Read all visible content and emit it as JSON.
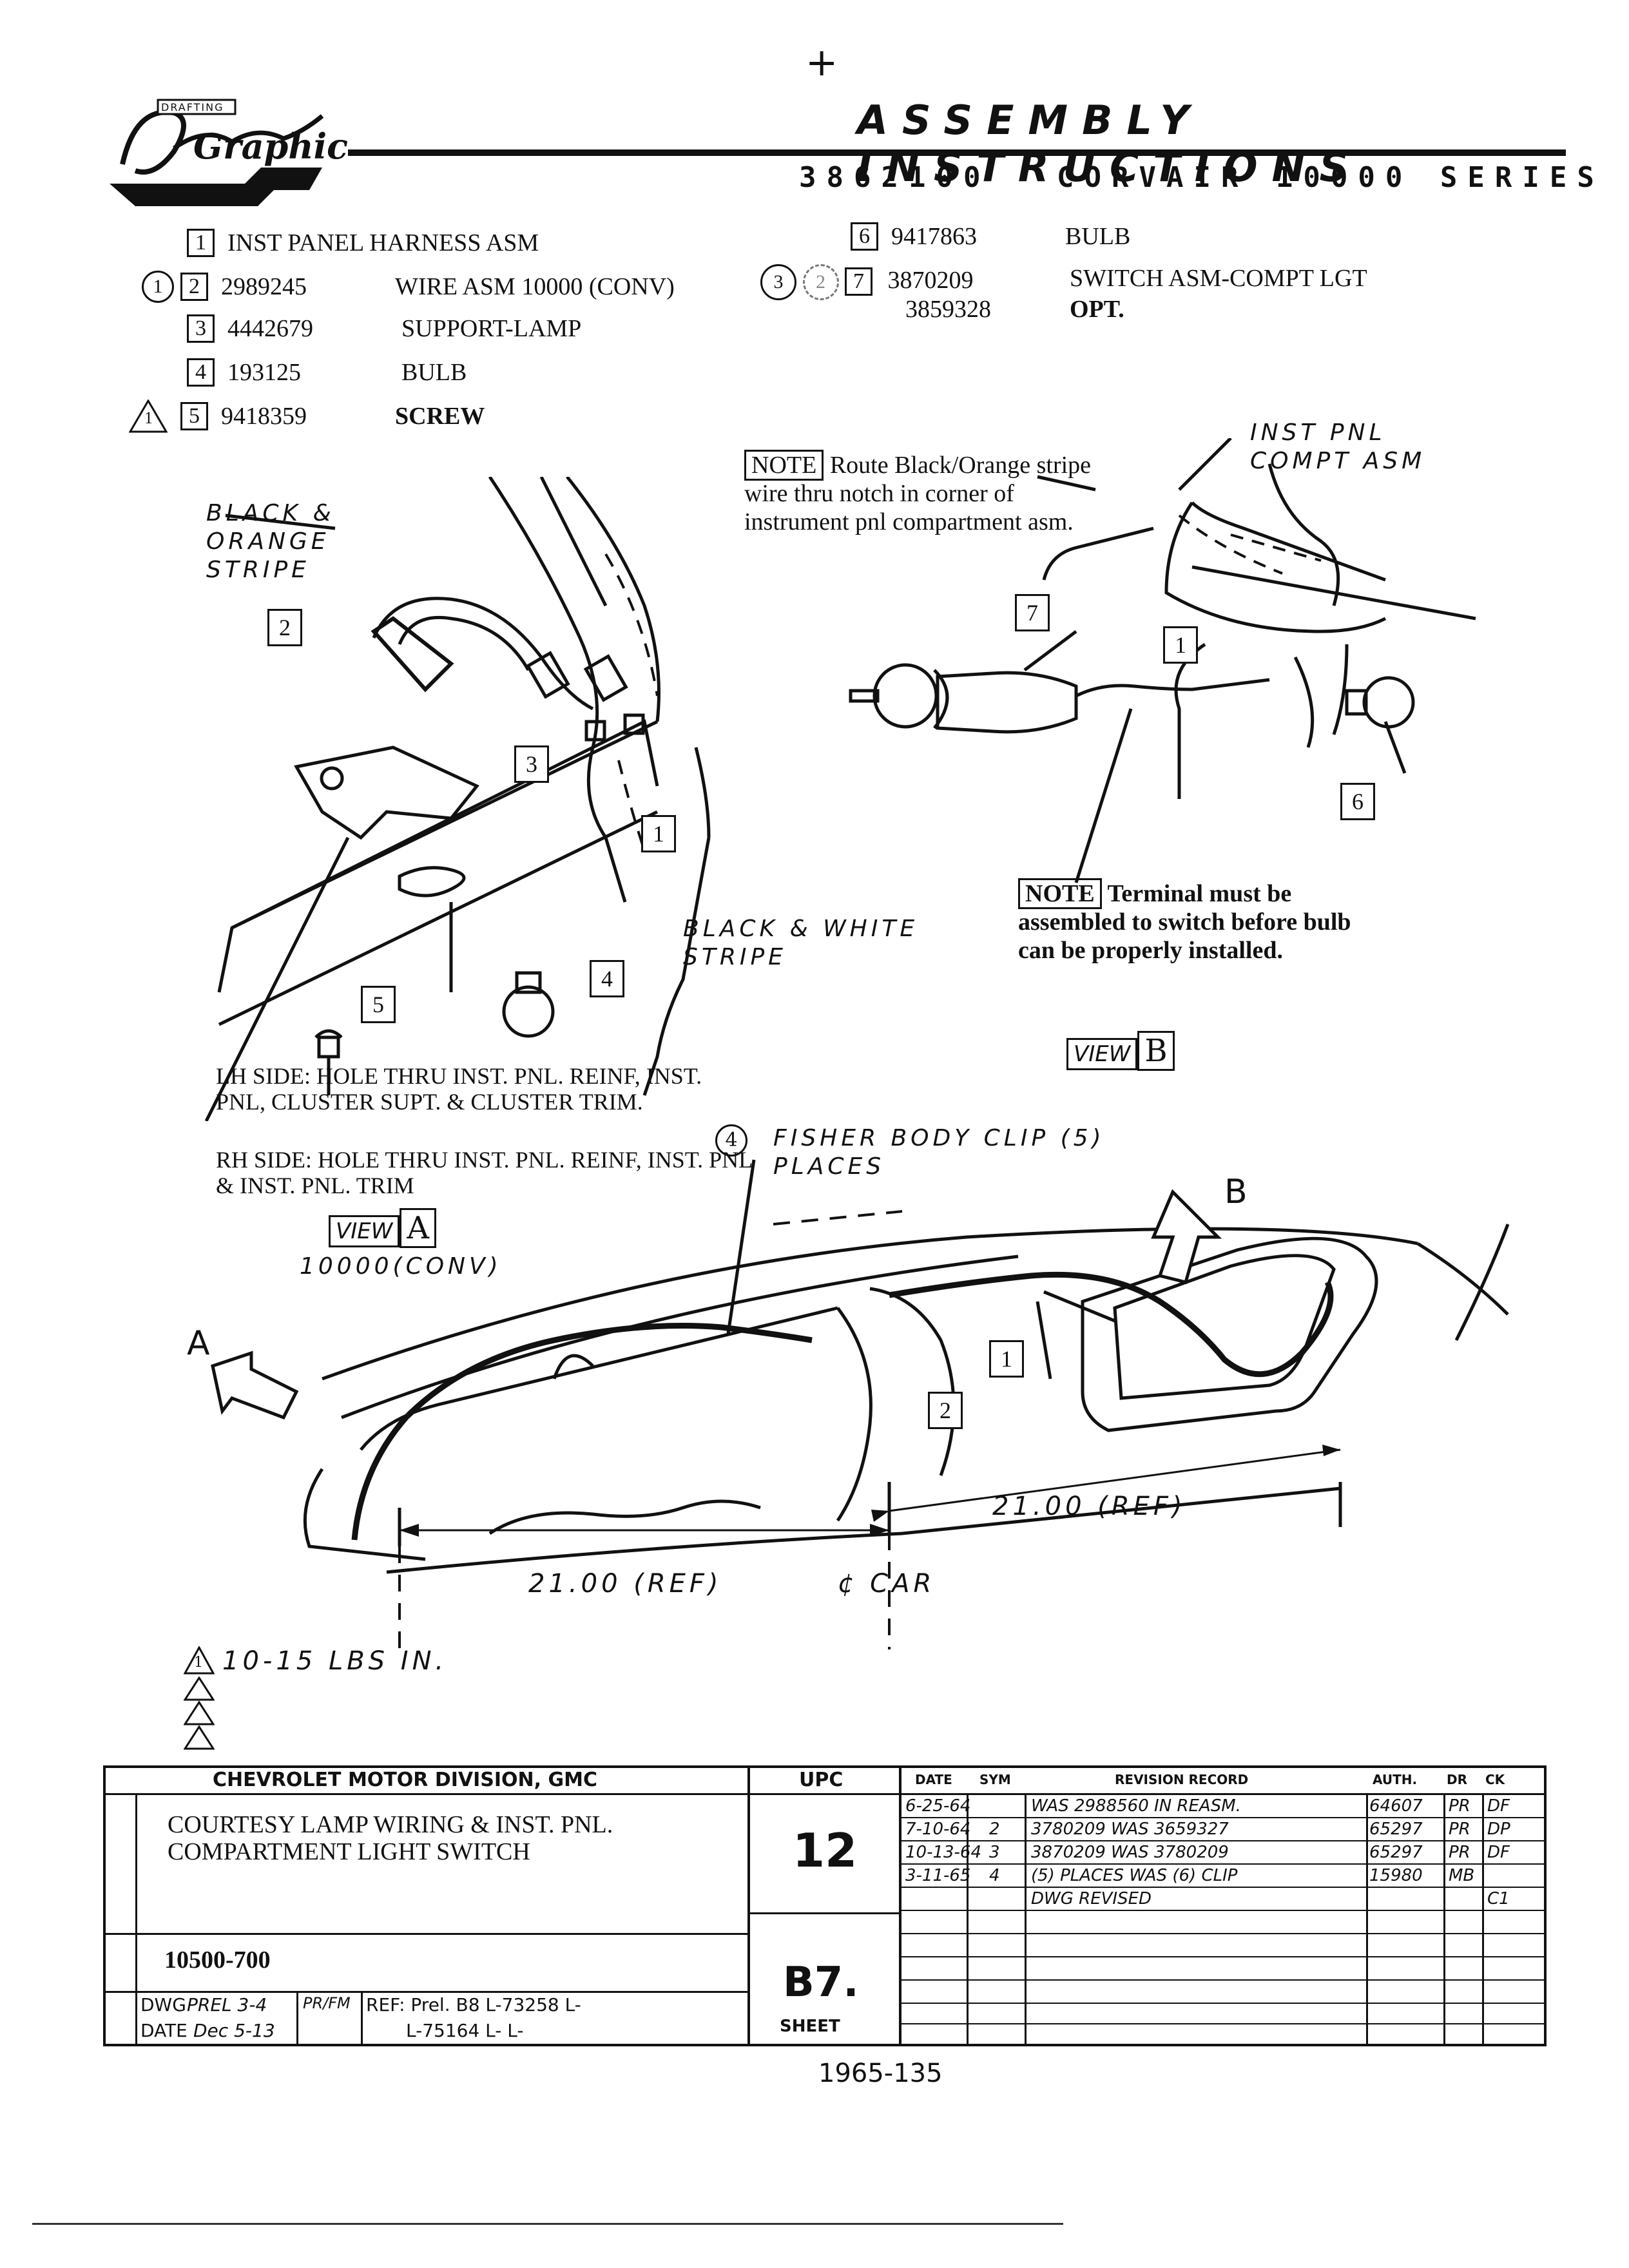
{
  "header": {
    "top_mark": "+",
    "logo_text": "Graphic",
    "logo_subtext": "DRAFTING",
    "title": "ASSEMBLY INSTRUCTIONS",
    "part_number": "3862100",
    "series": "CORVAIR 10000 SERIES"
  },
  "parts_left": [
    {
      "item": "1",
      "part_no": "",
      "description": "INST PANEL HARNESS ASM",
      "marker": ""
    },
    {
      "item": "2",
      "part_no": "2989245",
      "description": "WIRE ASM 10000 (CONV)",
      "marker": "1"
    },
    {
      "item": "3",
      "part_no": "4442679",
      "description": "SUPPORT-LAMP",
      "marker": ""
    },
    {
      "item": "4",
      "part_no": "193125",
      "description": "BULB",
      "marker": ""
    },
    {
      "item": "5",
      "part_no": "9418359",
      "description": "SCREW",
      "marker": "1"
    }
  ],
  "parts_right": [
    {
      "item": "6",
      "part_no": "9417863",
      "description": "BULB",
      "markers": ""
    },
    {
      "item": "7",
      "part_no": "3870209",
      "part_no_alt": "3859328",
      "description": "SWITCH ASM-COMPT LGT",
      "description_alt": "OPT.",
      "markers": "3 2"
    }
  ],
  "notes": {
    "route_tag": "NOTE",
    "route_text": "Route Black/Orange stripe wire thru notch in corner of instrument pnl compartment asm.",
    "terminal_tag": "NOTE",
    "terminal_text": "Terminal must be assembled to switch before bulb can be properly installed."
  },
  "labels": {
    "black_orange": "BLACK & ORANGE STRIPE",
    "black_white": "BLACK & WHITE STRIPE",
    "inst_pnl": "INST PNL COMPT ASM",
    "fisher_clip": "FISHER BODY CLIP (5) PLACES",
    "fisher_marker": "4",
    "lh_side": "LH SIDE: HOLE THRU INST. PNL. REINF, INST. PNL, CLUSTER SUPT. & CLUSTER TRIM.",
    "rh_side": "RH SIDE: HOLE THRU INST. PNL. REINF, INST. PNL & INST. PNL. TRIM",
    "view_a_word": "VIEW",
    "view_a_letter": "A",
    "view_a_sub": "10000(CONV)",
    "view_b_word": "VIEW",
    "view_b_letter": "B",
    "arrow_a": "A",
    "arrow_b": "B",
    "dim_left": "21.00 (REF)",
    "dim_right": "21.00 (REF)",
    "car_centerline": "¢ CAR",
    "torque_note": "10-15 LBS IN.",
    "torque_marker": "1"
  },
  "callouts": {
    "c1a": "1",
    "c2a": "2",
    "c3a": "3",
    "c4a": "4",
    "c5a": "5",
    "c7b": "7",
    "c1b": "1",
    "c6b": "6",
    "c1c": "1",
    "c2c": "2"
  },
  "title_block": {
    "division": "CHEVROLET MOTOR DIVISION, GMC",
    "title_line1": "COURTESY LAMP WIRING & INST. PNL.",
    "title_line2": "COMPARTMENT LIGHT SWITCH",
    "drawing_no": "10500-700",
    "dwg_label": "DWG",
    "dwg_value": "PREL 3-4",
    "dwg_init": "PR/FM",
    "date_label": "DATE",
    "date_value": "Dec 5-13",
    "ref": "REF: Prel. B8  L-73258 L-",
    "ref2": "L-75164 L-      L-",
    "upc_label": "UPC",
    "upc_value": "12",
    "sheet_code": "B7.",
    "sheet_label": "SHEET",
    "col_date": "DATE",
    "col_sym": "SYM",
    "col_revision": "REVISION RECORD",
    "col_auth": "AUTH.",
    "col_dr": "DR",
    "col_ck": "CK",
    "revisions": [
      {
        "date": "6-25-64",
        "sym": "",
        "record": "WAS 2988560 IN REASM.",
        "auth": "64607",
        "dr": "PR",
        "ck": "DF"
      },
      {
        "date": "7-10-64",
        "sym": "2",
        "record": "3780209 WAS 3659327",
        "auth": "65297",
        "dr": "PR",
        "ck": "DP"
      },
      {
        "date": "10-13-64",
        "sym": "3",
        "record": "3870209 WAS 3780209",
        "auth": "65297",
        "dr": "PR",
        "ck": "DF"
      },
      {
        "date": "3-11-65",
        "sym": "4",
        "record": "(5) PLACES WAS (6) CLIP",
        "auth": "15980",
        "dr": "MB",
        "ck": ""
      },
      {
        "date": "",
        "sym": "",
        "record": "DWG REVISED",
        "auth": "",
        "dr": "",
        "ck": "C1"
      }
    ],
    "footer_code": "1965-135"
  }
}
